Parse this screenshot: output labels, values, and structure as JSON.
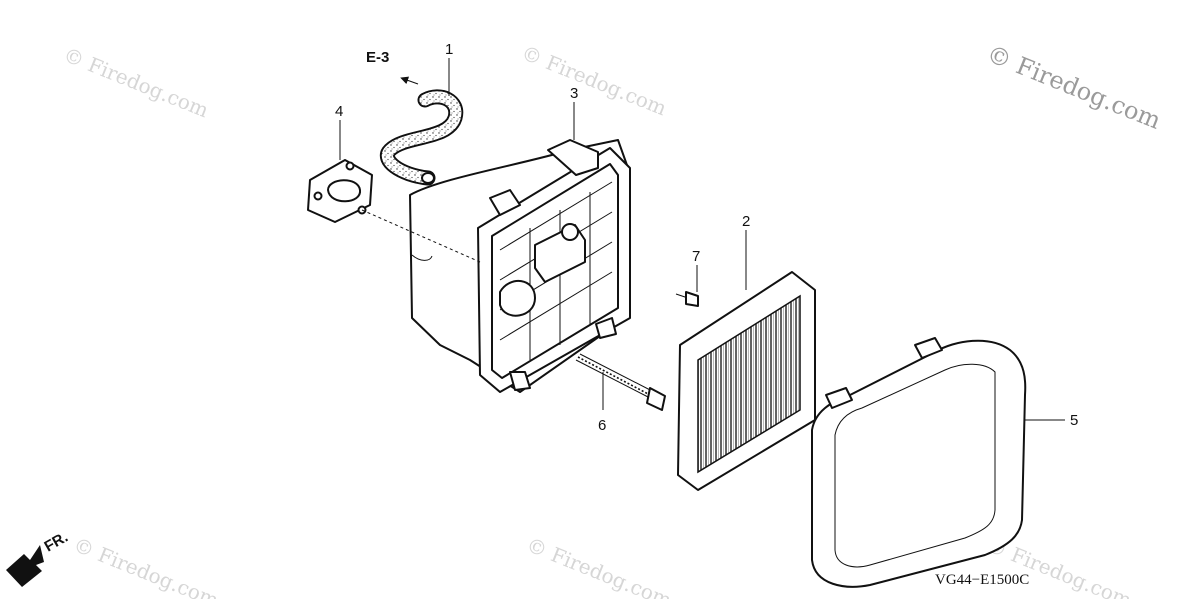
{
  "diagram": {
    "reference_label": "E-3",
    "front_label": "FR.",
    "drawing_code": "VG44−E1500C",
    "watermark_main": "© Firedog.com",
    "watermark_faint": "© Firedog.com",
    "callouts": {
      "breather_tube": "1",
      "air_filter_element": "2",
      "air_cleaner_case": "3",
      "gasket": "4",
      "air_cleaner_cover": "5",
      "long_bolt": "6",
      "short_bolt": "7"
    }
  }
}
